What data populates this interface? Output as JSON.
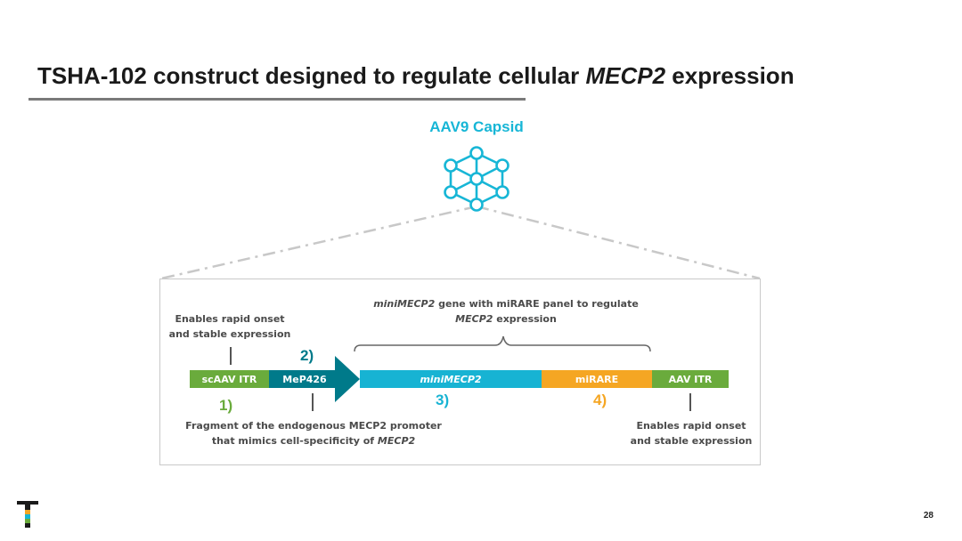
{
  "title": {
    "before": "TSHA-102 construct designed to regulate cellular ",
    "italic": "MECP2",
    "after": " expression"
  },
  "capsid": {
    "label": "AAV9 Capsid",
    "icon": "hexagonal-capsid-network-icon"
  },
  "construct": {
    "segments": [
      {
        "label": "scAAV ITR",
        "color": "#6aab3c"
      },
      {
        "label": "MeP426",
        "color": "#007a8a"
      },
      {
        "label": "miniMECP2",
        "color": "#17b3d3"
      },
      {
        "label": "miRARE",
        "color": "#f5a623"
      },
      {
        "label": "AAV ITR",
        "color": "#6aab3c"
      }
    ],
    "numbers": [
      {
        "text": "1)",
        "color": "#6aab3c"
      },
      {
        "text": "2)",
        "color": "#007a8a"
      },
      {
        "text": "3)",
        "color": "#17b3d3"
      },
      {
        "text": "4)",
        "color": "#f5a623"
      }
    ],
    "annotations": {
      "itr_left": {
        "line1": "Enables rapid onset",
        "line2": "and stable expression"
      },
      "gene": {
        "line1_italic": "miniMECP2",
        "line1_rest": " gene with miRARE panel to regulate",
        "line2_italic": "MECP2",
        "line2_rest": " expression"
      },
      "promoter": {
        "line1": "Fragment of the endogenous MECP2 promoter",
        "line2_rest": "that mimics cell-specificity of ",
        "line2_italic": "MECP2"
      },
      "itr_right": {
        "line1": "Enables rapid onset",
        "line2": "and stable expression"
      }
    }
  },
  "colors": {
    "accent": "#17b6d6",
    "title_underline": "#7a7a7a"
  },
  "logo": {
    "icon": "tsha-t-logo-icon"
  },
  "page_number": "28"
}
